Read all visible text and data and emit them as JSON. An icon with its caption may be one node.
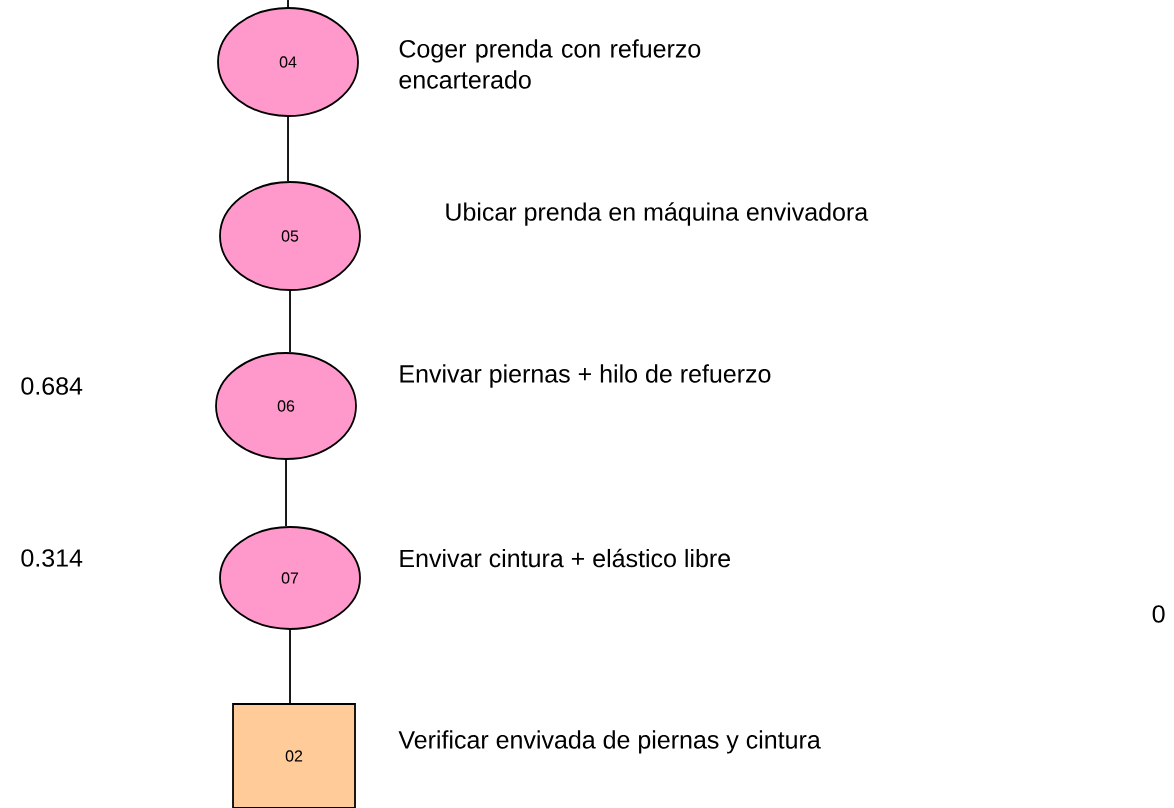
{
  "diagram": {
    "nodes": [
      {
        "text": [
          "04"
        ],
        "beside": [
          "Coger prenda con refuerzo encarterado"
        ]
      },
      {
        "text": [
          "05"
        ],
        "beside": [
          "Ubicar prenda en máquina envivadora"
        ]
      },
      {
        "text": [
          "06"
        ],
        "beside": [
          "Envivar piernas + hilo de refuerzo"
        ]
      },
      {
        "text": [
          "07"
        ],
        "beside": [
          "Envivar cintura + elástico libre"
        ]
      },
      {
        "text": [
          "02"
        ],
        "beside": [
          "Verificar envivada de piernas y cintura"
        ]
      }
    ],
    "edges": [
      {
        "from": null,
        "to": 0,
        "arrow": "none"
      },
      {
        "from": 0,
        "to": 1,
        "arrow": "none"
      },
      {
        "from": 1,
        "to": 2,
        "arrow": "none"
      },
      {
        "from": 2,
        "to": 3,
        "arrow": "none"
      },
      {
        "from": 3,
        "to": 4,
        "arrow": "none"
      }
    ],
    "labels": [
      "0.684",
      "0.314",
      "0"
    ]
  }
}
